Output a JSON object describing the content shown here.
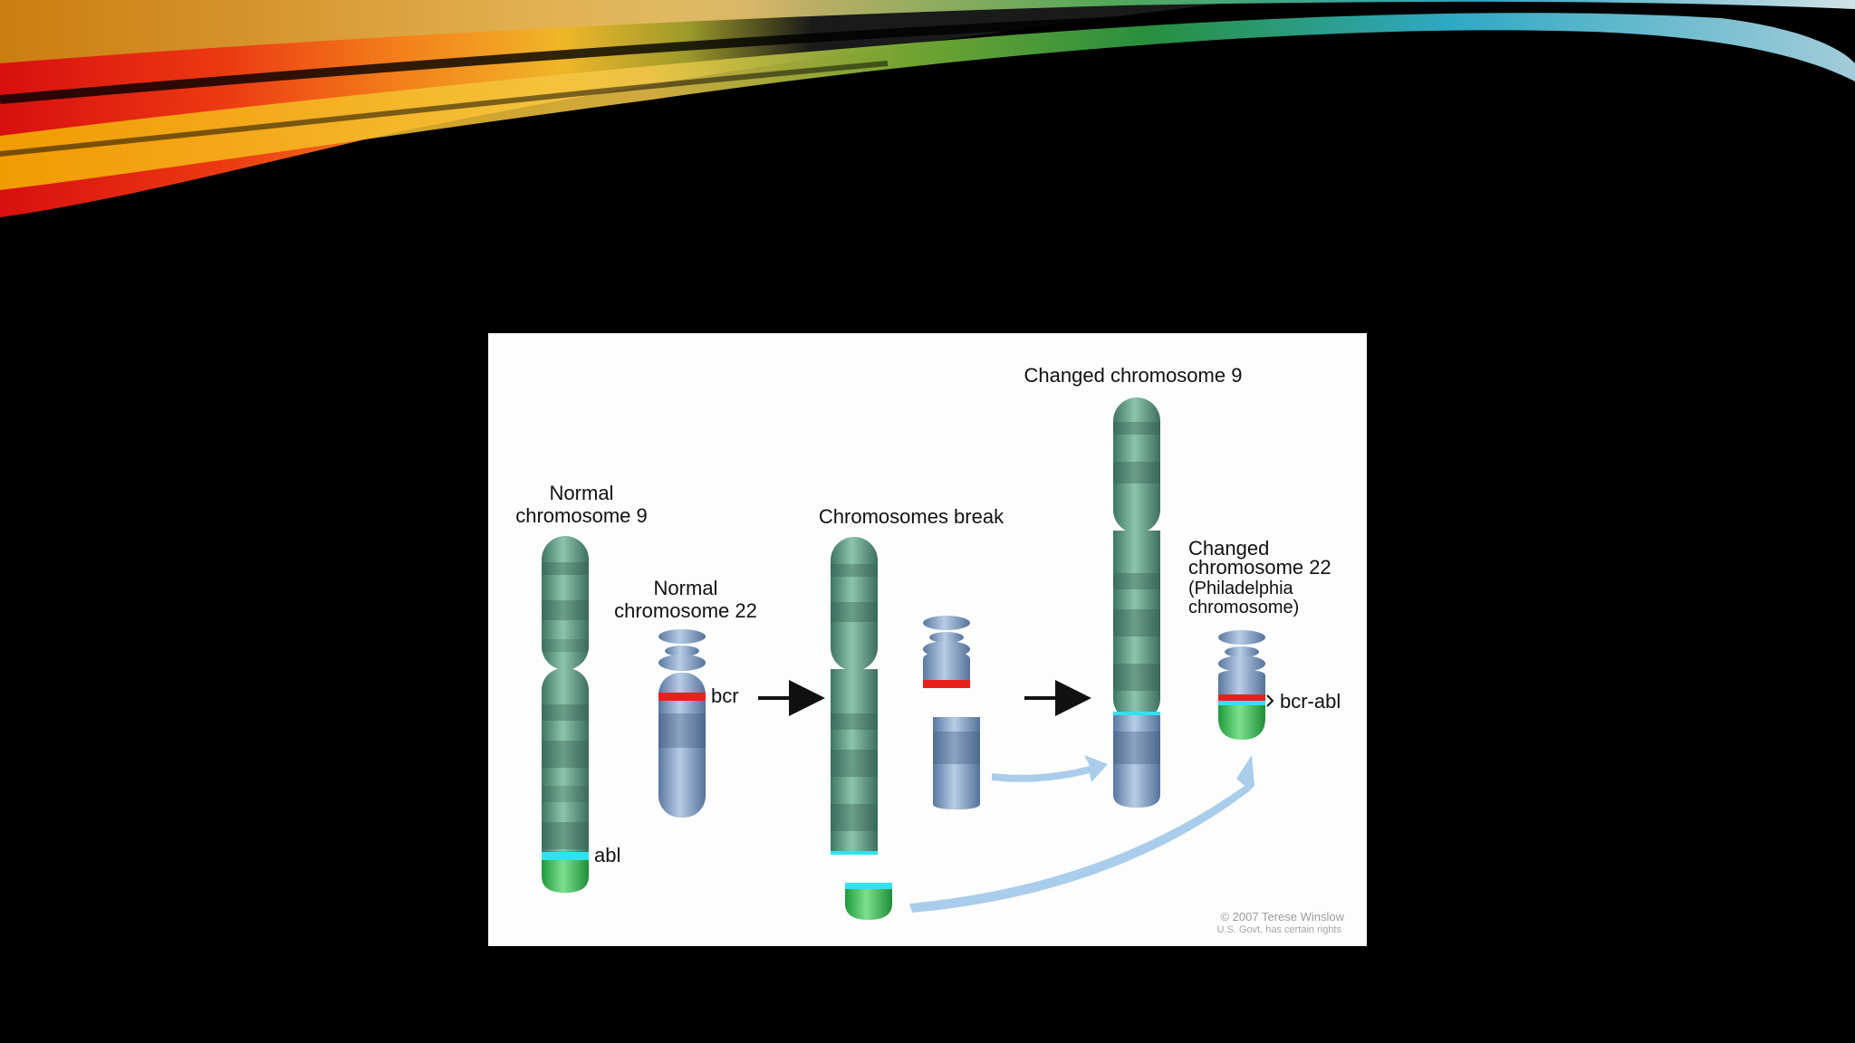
{
  "slide": {
    "theme": {
      "background": "#000000",
      "swoosh_colors": [
        "#e01010",
        "#f26a10",
        "#f5b400",
        "#2fa84a",
        "#36c6e6",
        "#8fe3ff"
      ]
    }
  },
  "figure": {
    "labels": {
      "normal_9": [
        "Normal",
        "chromosome 9"
      ],
      "normal_22": [
        "Normal",
        "chromosome 22"
      ],
      "break": "Chromosomes break",
      "changed_9": "Changed chromosome 9",
      "changed_22": [
        "Changed",
        "chromosome 22"
      ],
      "philadelphia": [
        "(Philadelphia",
        "chromosome)"
      ],
      "abl": "abl",
      "bcr": "bcr",
      "bcr_abl": "bcr-abl"
    },
    "credit": {
      "line1": "© 2007 Terese Winslow",
      "line2": "U.S. Govt. has certain rights"
    },
    "colors": {
      "chromosome_9": "#5e9c84",
      "chromosome_22": "#7e9dc4",
      "abl_segment": "#3dbb5a",
      "abl_band": "#2ee3ee",
      "bcr_band": "#e8201e",
      "arrow_dark": "#111111",
      "arrow_light": "#a9cdea"
    }
  }
}
